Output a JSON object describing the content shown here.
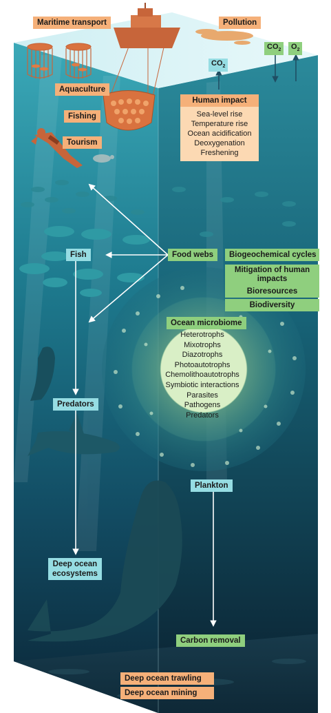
{
  "labels": {
    "maritime_transport": "Maritime transport",
    "pollution": "Pollution",
    "aquaculture": "Aquaculture",
    "fishing": "Fishing",
    "tourism": "Tourism",
    "co2": "CO",
    "co2_sub": "2",
    "o2": "O",
    "o2_sub": "2",
    "fish": "Fish",
    "food_webs": "Food webs",
    "predators": "Predators",
    "deep_ocean_ecosystems": "Deep ocean ecosystems",
    "deep_ocean_ecosystems_line1": "Deep ocean",
    "deep_ocean_ecosystems_line2": "ecosystems",
    "plankton": "Plankton",
    "carbon_removal": "Carbon removal",
    "deep_ocean_trawling": "Deep ocean trawling",
    "deep_ocean_mining": "Deep ocean mining"
  },
  "human_impact": {
    "title": "Human impact",
    "items": [
      "Sea-level rise",
      "Temperature rise",
      "Ocean acidification",
      "Deoxygenation",
      "Freshening"
    ]
  },
  "services": {
    "biogeochemical_cycles": "Biogeochemical cycles",
    "mitigation_line1": "Mitigation of human",
    "mitigation_line2": "impacts",
    "bioresources": "Bioresources",
    "biodiversity": "Biodiversity"
  },
  "ocean_microbiome": {
    "title": "Ocean microbiome",
    "items": [
      "Heterotrophs",
      "Mixotrophs",
      "Diazotrophs",
      "Photoautotrophs",
      "Chemolithoautotrophs",
      "Symbiotic interactions",
      "Parasites",
      "Pathogens",
      "Predators"
    ]
  },
  "colors": {
    "human_label": "#f5b079",
    "human_box": "#fcd9b3",
    "organism_label": "#96dde3",
    "process_label": "#8fcf7e",
    "ocean_top": "#2a96a8",
    "ocean_bottom": "#0d2a3b",
    "arrow": "#ffffff",
    "gas_arrow": "#1f4e63"
  }
}
